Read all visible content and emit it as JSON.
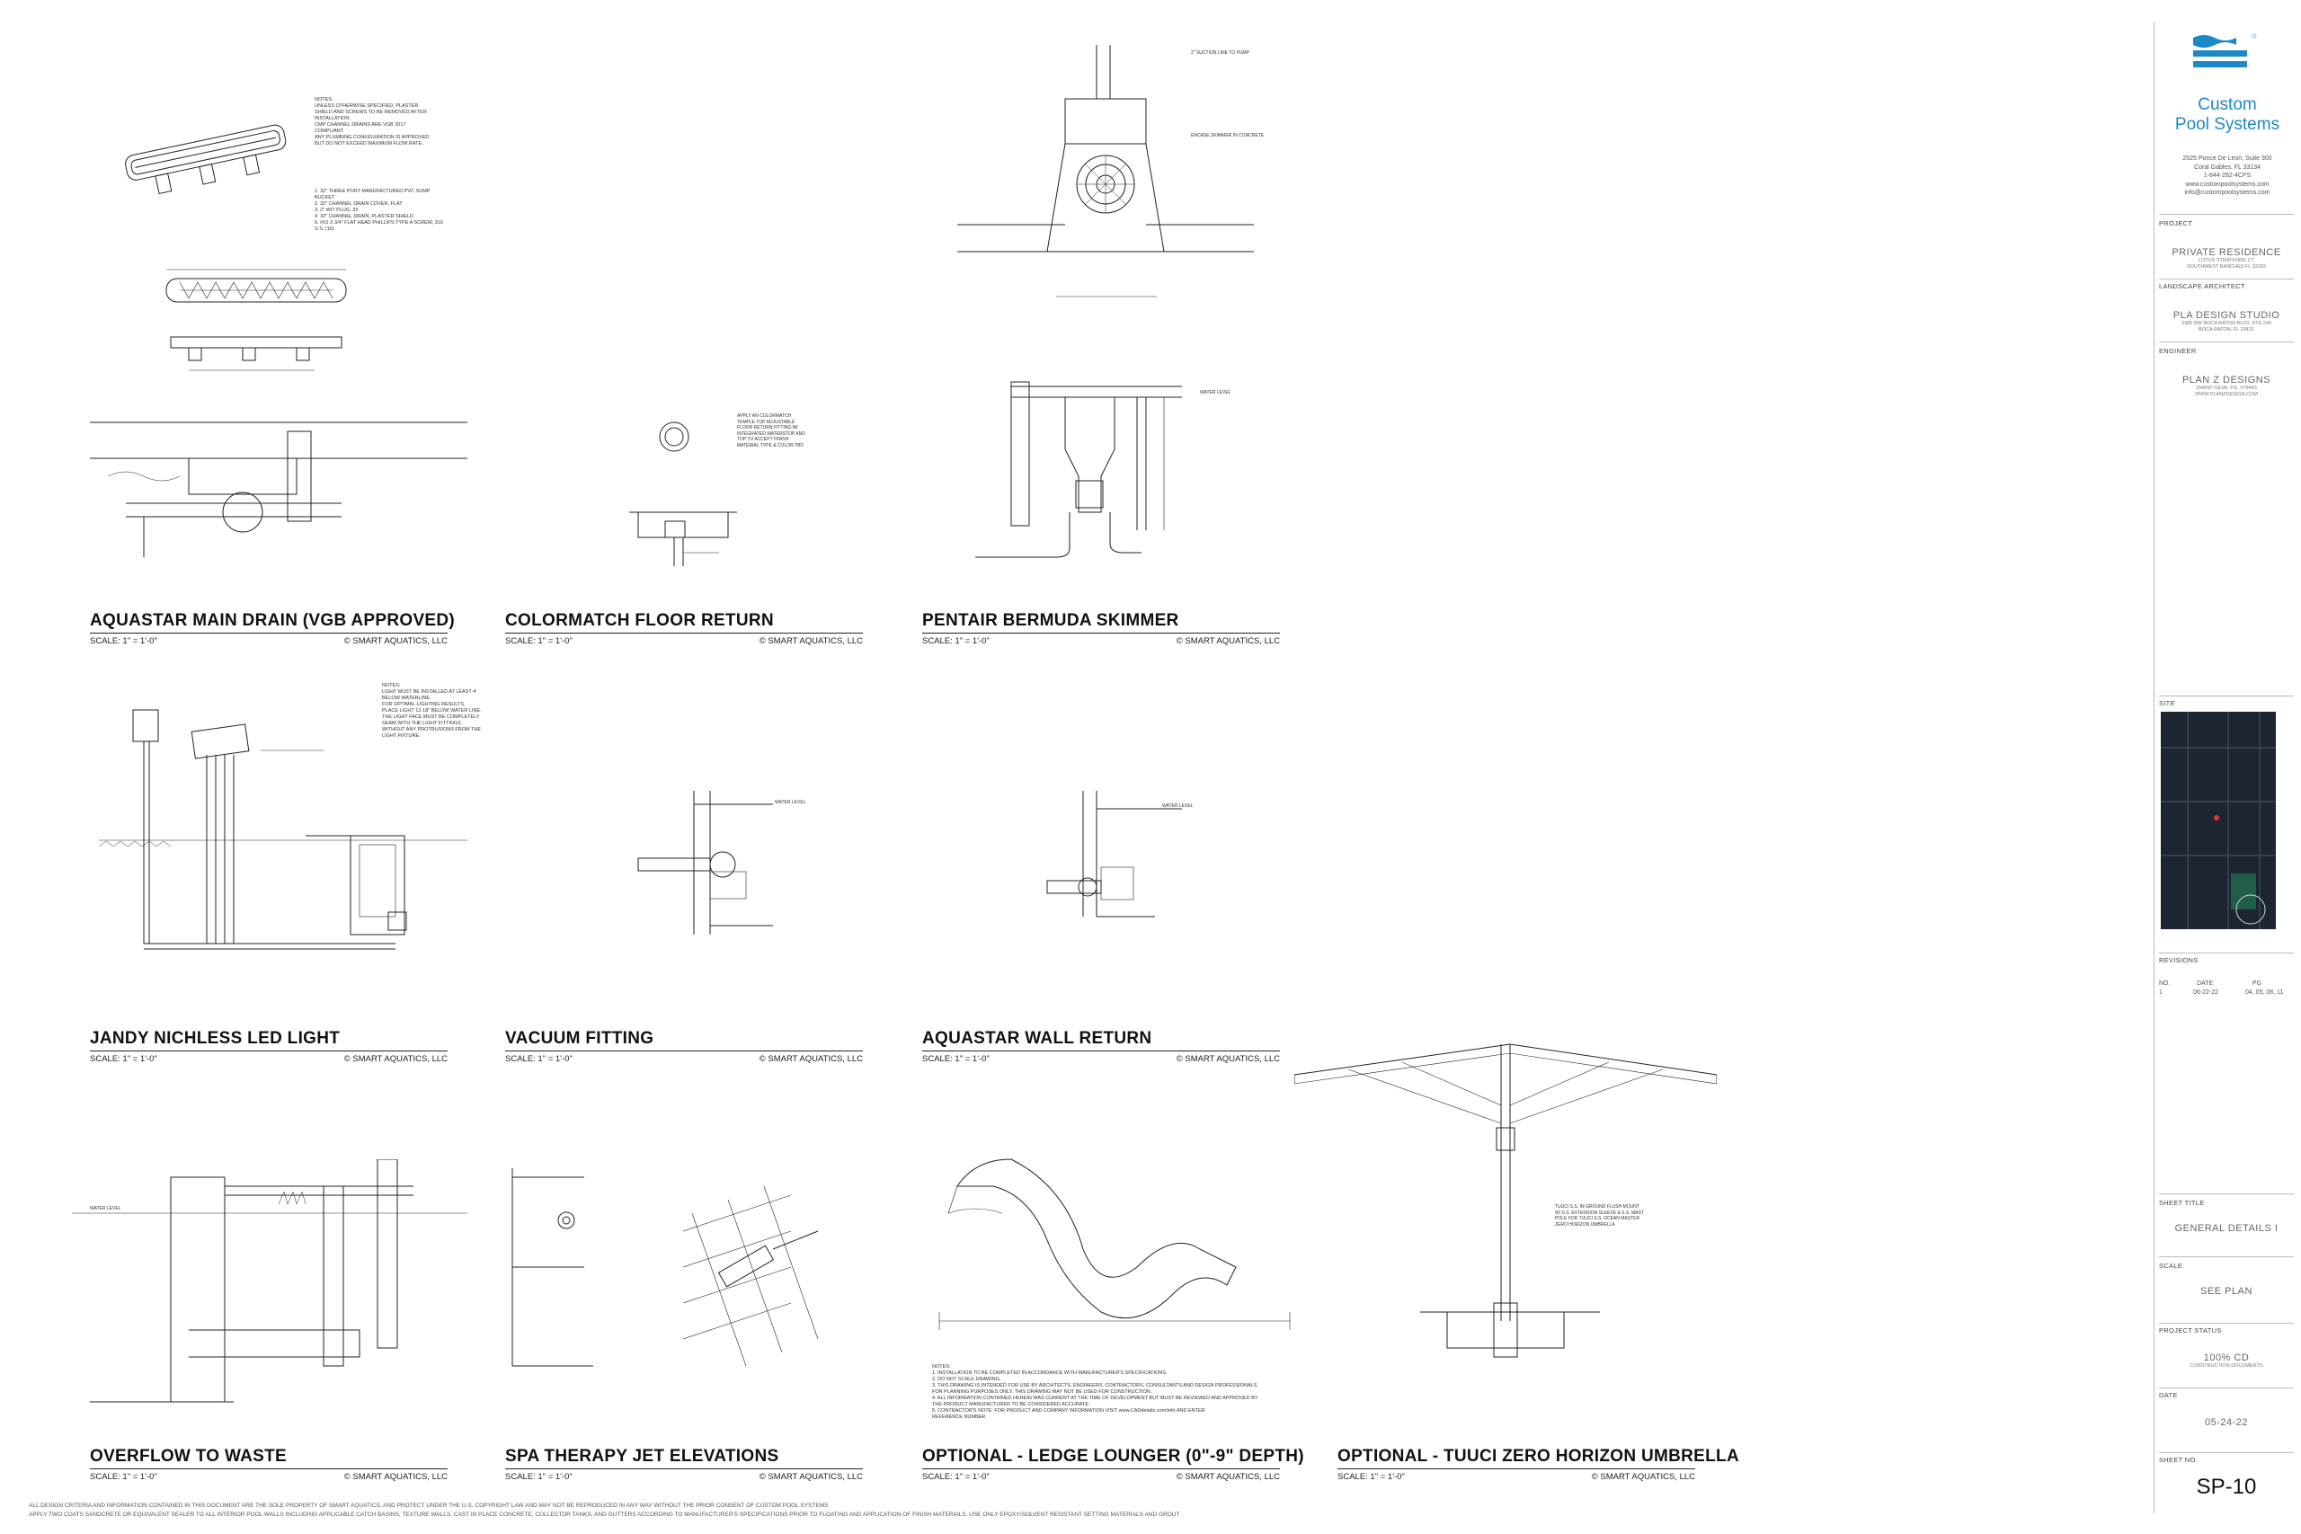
{
  "details": [
    {
      "title": "AQUASTAR MAIN DRAIN (VGB APPROVED)",
      "scale": "SCALE: 1\" = 1'-0\"",
      "copyright": "© SMART AQUATICS, LLC"
    },
    {
      "title": "COLORMATCH FLOOR RETURN",
      "scale": "SCALE: 1\" = 1'-0\"",
      "copyright": "© SMART AQUATICS, LLC"
    },
    {
      "title": "PENTAIR BERMUDA SKIMMER",
      "scale": "SCALE: 1\" = 1'-0\"",
      "copyright": "© SMART AQUATICS, LLC"
    },
    {
      "title": "JANDY NICHLESS LED LIGHT",
      "scale": "SCALE: 1\" = 1'-0\"",
      "copyright": "© SMART AQUATICS, LLC"
    },
    {
      "title": "VACUUM FITTING",
      "scale": "SCALE: 1\" = 1'-0\"",
      "copyright": "© SMART AQUATICS, LLC"
    },
    {
      "title": "AQUASTAR WALL RETURN",
      "scale": "SCALE: 1\" = 1'-0\"",
      "copyright": "© SMART AQUATICS, LLC"
    },
    {
      "title": "OVERFLOW TO WASTE",
      "scale": "SCALE: 1\" = 1'-0\"",
      "copyright": "© SMART AQUATICS, LLC"
    },
    {
      "title": "SPA THERAPY JET ELEVATIONS",
      "scale": "SCALE: 1\" = 1'-0\"",
      "copyright": "© SMART AQUATICS, LLC"
    },
    {
      "title": "OPTIONAL - LEDGE LOUNGER (0\"-9\" DEPTH)",
      "scale": "SCALE: 1\" = 1'-0\"",
      "copyright": "© SMART AQUATICS, LLC"
    },
    {
      "title": "OPTIONAL - TUUCI ZERO HORIZON UMBRELLA",
      "scale": "SCALE: 1\" = 1'-0\"",
      "copyright": "© SMART AQUATICS, LLC"
    }
  ],
  "callouts": {
    "drain_notes": "NOTES:\nUNLESS OTHERWISE SPECIFIED, PLASTER\nSHIELD AND SCREWS TO BE REMOVED AFTER\nINSTALLATION.\nCMP CHANNEL DRAINS ARE VGB 2017\nCOMPLIANT.\nANY PLUMBING CONFIGURATION IS APPROVED\nBUT DO NOT EXCEED MAXIMUM FLOW RATE.",
    "drain_parts": "1. 32\" THREE PORT MANUFACTURED PVC SUMP BUCKET\n2. 32\" CHANNEL DRAIN COVER, FLAT\n3. 2\" WIT PLUG, 3X\n4. 32\" CHANNEL DRAIN, PLASTER SHIELD\n5. #10 X 3/4\" FLAT HEAD PHILLIPS TYPE A SCREW, 316 S.S. (16)",
    "water_level": "WATER LEVEL",
    "suction": "2\" SUCTION LINE TO PUMP",
    "skimmer_note": "ENCASE SKIMMER IN CONCRETE",
    "light_notes": "NOTES:\nLIGHT MUST BE INSTALLED AT LEAST 4'\nBELOW WATERLINE.\nFOR OPTIMAL LIGHTING RESULTS,\nPLACE LIGHT 12-18\" BELOW WATER LINE.\nTHE LIGHT FACE MUST BE COMPLETELY\nSEAM WITH THE LIGHT FITTINGS\nWITHOUT ANY PROTRUSIONS FROM THE\nLIGHT FIXTURE.",
    "lounger_notes": "NOTES:\n1. INSTALLATION TO BE COMPLETED IN ACCORDANCE WITH MANUFACTURER'S SPECIFICATIONS.\n2. DO NOT SCALE DRAWING.\n3. THIS DRAWING IS INTENDED FOR USE BY ARCHITECTS, ENGINEERS, CONTRACTORS, CONSULTANTS AND DESIGN PROFESSIONALS\n   FOR PLANNING PURPOSES ONLY. THIS DRAWING MAY NOT BE USED FOR CONSTRUCTION.\n4. ALL INFORMATION CONTAINED HEREIN WAS CURRENT AT THE TIME OF DEVELOPMENT BUT MUST BE REVIEWED AND APPROVED BY\n   THE PRODUCT MANUFACTURER TO BE CONSIDERED ACCURATE.\n5. CONTRACTOR'S NOTE: FOR PRODUCT AND COMPANY INFORMATION VISIT www.CADdetails.com/info AND ENTER\n   REFERENCE NUMBER",
    "umbrella_note": "TUUCI S.S. IN-GROUND FLUSH MOUNT\nW/ S.S. EXTENSION SLEEVE & S.S. MAST\nPOLE FOR TUUCI S.S. OCEAN MASTER\nZERO HORIZON UMBRELLA"
  },
  "title_block": {
    "company_line1": "Custom",
    "company_line2": "Pool Systems",
    "address": [
      "2525 Ponce De Leon, Suite 300",
      "Coral Gables, FL 33134",
      "1-844-282-4CPS",
      "www.custompoolsystems.com",
      "info@custompoolsystems.com"
    ],
    "project_label": "PROJECT",
    "project": "PRIVATE RESIDENCE",
    "project_sub": [
      "LOTUS STRATFORD CT",
      "SOUTHWEST RANCHES FL 33332"
    ],
    "landscape_label": "LANDSCAPE ARCHITECT",
    "landscape": "PLA DESIGN STUDIO",
    "landscape_sub": [
      "3385 NW BOCA RATON BLVD, STE 240",
      "BOCA RATON, FL 33431"
    ],
    "engineer_label": "ENGINEER",
    "engineer": "PLAN Z DESIGNS",
    "engineer_sub": [
      "ZHANY GEVA, P.E. #79443",
      "WWW.PLANZDESIGN.COM"
    ],
    "site_label": "SITE",
    "revisions_label": "REVISIONS",
    "rev_headers": [
      "NO.",
      "DATE",
      "PG"
    ],
    "rev_row": [
      "1",
      "06-22-22",
      "04, 05, 08, 11"
    ],
    "sheet_title_label": "SHEET TITLE",
    "sheet_title": "GENERAL DETAILS  I",
    "scale_label": "SCALE",
    "scale": "SEE PLAN",
    "status_label": "PROJECT STATUS",
    "status": "100% CD",
    "status_sub": "CONSTRUCTION DOCUMENTS",
    "date_label": "DATE",
    "date": "05-24-22",
    "sheet_no_label": "SHEET NO.",
    "sheet_no": "SP-10"
  },
  "footer": [
    "ALL DESIGN CRITERIA AND INFORMATION CONTAINED IN THIS DOCUMENT ARE THE SOLE PROPERTY OF SMART AQUATICS, AND PROTECT UNDER THE U.S. COPYRIGHT LAW AND MAY NOT BE REPRODUCED IN ANY WAY WITHOUT THE PRIOR CONSENT OF CUSTOM POOL SYSTEMS",
    "APPLY TWO COATS SANDCRETE OR EQUIVALENT SEALER TO ALL INTERIOR POOL WALLS INCLUDING APPLICABLE CATCH BASINS, TEXTURE WALLS, CAST IN PLACE CONCRETE, COLLECTOR TANKS, AND GUTTERS ACCORDING TO MANUFACTURER'S SPECIFICATIONS PRIOR TO FLOATING AND APPLICATION OF FINISH MATERIALS. USE ONLY EPOXY/SOLVENT RESISTANT SETTING MATERIALS AND GROUT"
  ],
  "colors": {
    "brand": "#1e87c8",
    "site_map": "#1c2530"
  }
}
